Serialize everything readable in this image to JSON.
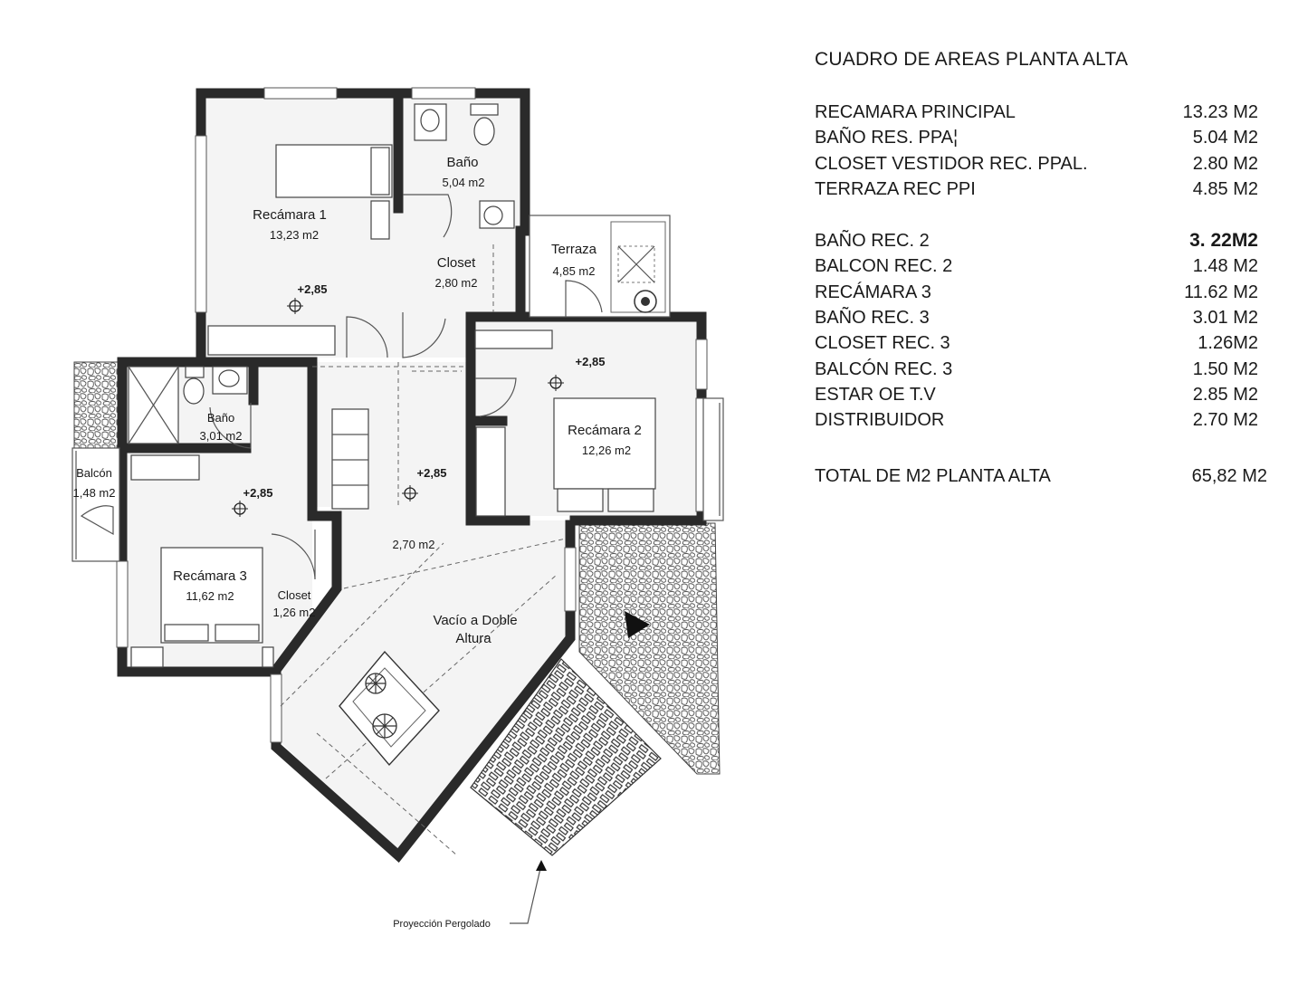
{
  "plan": {
    "rooms": {
      "recamara1_name": "Recámara 1",
      "recamara1_area": "13,23 m2",
      "bano1_name": "Baño",
      "bano1_area": "5,04 m2",
      "closet1_name": "Closet",
      "closet1_area": "2,80 m2",
      "terraza_name": "Terraza",
      "terraza_area": "4,85 m2",
      "recamara2_name": "Recámara 2",
      "recamara2_area": "12,26 m2",
      "bano3_name": "Baño",
      "bano3_area": "3,01 m2",
      "balcon_name": "Balcón",
      "balcon_area": "1,48 m2",
      "recamara3_name": "Recámara 3",
      "recamara3_area": "11,62 m2",
      "closet3_name": "Closet",
      "closet3_area": "1,26 m2",
      "distribuidor_area": "2,70 m2",
      "vacio_line1": "Vacío a Doble",
      "vacio_line2": "Altura"
    },
    "levels": {
      "l1": "+2,85",
      "l2": "+2,85",
      "l3": "+2,85",
      "l4": "+2,85"
    },
    "pergola_label": "Proyección Pergolado"
  },
  "area_table": {
    "title": "CUADRO DE AREAS PLANTA ALTA",
    "group1": [
      {
        "label": "RECAMARA PRINCIPAL",
        "value": "13.23 M2"
      },
      {
        "label": "BAÑO RES. PPA¦",
        "value": "5.04 M2"
      },
      {
        "label": "CLOSET VESTIDOR REC. PPAL.",
        "value": "2.80 M2"
      },
      {
        "label": "TERRAZA REC PPI",
        "value": "4.85 M2"
      }
    ],
    "group2": [
      {
        "label": "BAÑO REC. 2",
        "value": "3. 22M2"
      },
      {
        "label": "BALCON REC. 2",
        "value": "1.48 M2"
      },
      {
        "label": "RECÁMARA 3",
        "value": "11.62 M2"
      },
      {
        "label": "BAÑO REC. 3",
        "value": "3.01 M2"
      },
      {
        "label": "CLOSET REC. 3",
        "value": "1.26M2"
      },
      {
        "label": "BALCÓN REC. 3",
        "value": "1.50 M2"
      },
      {
        "label": "ESTAR OE T.V",
        "value": "2.85 M2"
      },
      {
        "label": "DISTRIBUIDOR",
        "value": "2.70 M2"
      }
    ],
    "total": {
      "label": "TOTAL DE M2 PLANTA ALTA",
      "value": "65,82 M2"
    }
  }
}
